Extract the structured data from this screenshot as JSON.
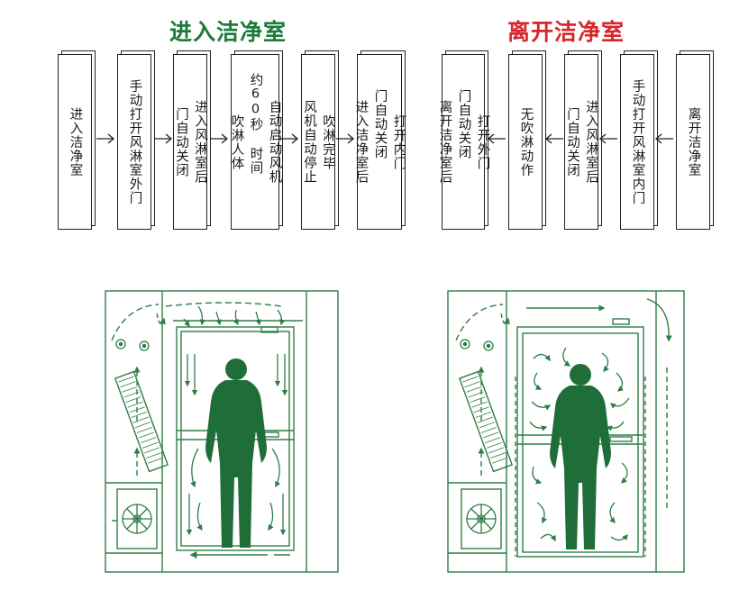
{
  "colors": {
    "enter_title": "#1e7a3a",
    "leave_title": "#d8262a",
    "diagram_green": "#2e7d46",
    "body_green": "#1f6e3a",
    "border": "#222222"
  },
  "enter": {
    "title": "进入洁净室",
    "steps": [
      {
        "cols": [
          "进入洁净室"
        ]
      },
      {
        "cols": [
          "手动打开风淋室外门"
        ]
      },
      {
        "cols": [
          "进入风淋室后",
          "门自动关闭"
        ]
      },
      {
        "cols": [
          "自动启动风机",
          "约60秒 时间",
          "吹淋人体"
        ]
      },
      {
        "cols": [
          "吹淋完毕",
          "风机自动停止"
        ]
      },
      {
        "cols": [
          "打开内门",
          "门自动关闭",
          "进入洁净室后"
        ]
      }
    ]
  },
  "leave": {
    "title": "离开洁净室",
    "steps": [
      {
        "cols": [
          "打开外门",
          "门自动关闭",
          "离开洁净室后"
        ]
      },
      {
        "cols": [
          "无吹淋动作"
        ]
      },
      {
        "cols": [
          "进入风淋室后",
          "门自动关闭"
        ]
      },
      {
        "cols": [
          "手动打开风淋室内门"
        ]
      },
      {
        "cols": [
          "离开洁净室"
        ]
      }
    ]
  },
  "icons": {
    "arrow_right": "arrow-right-icon",
    "arrow_left": "arrow-left-icon",
    "human": "human-figure-icon",
    "fan": "fan-icon"
  }
}
